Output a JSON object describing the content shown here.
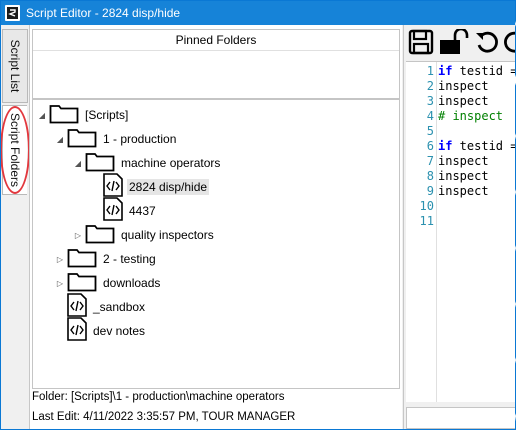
{
  "window": {
    "title": "Script Editor - 2824 disp/hide",
    "accent": "#1683d8"
  },
  "left_tabs": [
    {
      "label": "Script List",
      "active": false
    },
    {
      "label": "Script Folders",
      "active": true
    }
  ],
  "pinned": {
    "header": "Pinned Folders"
  },
  "tree": [
    {
      "label": "[Scripts]",
      "icon": "folder-icon",
      "arrow": "expanded"
    },
    {
      "label": "1 - production",
      "icon": "folder-icon",
      "arrow": "expanded"
    },
    {
      "label": "machine operators",
      "icon": "folder-icon",
      "arrow": "expanded"
    },
    {
      "label": "2824 disp/hide",
      "icon": "script-file-icon",
      "arrow": "none",
      "selected": true
    },
    {
      "label": "4437",
      "icon": "script-file-icon",
      "arrow": "none"
    },
    {
      "label": "quality inspectors",
      "icon": "folder-icon",
      "arrow": "collapsed"
    },
    {
      "label": "2 - testing",
      "icon": "folder-icon",
      "arrow": "collapsed"
    },
    {
      "label": "downloads",
      "icon": "folder-icon",
      "arrow": "collapsed"
    },
    {
      "label": "_sandbox",
      "icon": "script-file-icon",
      "arrow": "none"
    },
    {
      "label": "dev notes",
      "icon": "script-file-icon",
      "arrow": "none"
    }
  ],
  "status": {
    "folder": "Folder: [Scripts]\\1 - production\\machine operators",
    "last_edit": "Last Edit: 4/11/2022 3:35:57 PM, TOUR MANAGER"
  },
  "toolbar": {
    "icons": [
      "save-icon",
      "unlock-icon",
      "undo-icon",
      "redo-icon"
    ]
  },
  "editor": {
    "line_numbers": [
      "1",
      "2",
      "3",
      "4",
      "5",
      "6",
      "7",
      "8",
      "9",
      "10",
      "11"
    ],
    "lines": [
      {
        "kw": "if",
        "rest": " testid =",
        "comment": ""
      },
      {
        "kw": "",
        "rest": "   inspect",
        "comment": ""
      },
      {
        "kw": "",
        "rest": "   inspect",
        "comment": ""
      },
      {
        "kw": "",
        "rest": "",
        "comment": "#   inspect"
      },
      {
        "kw": "",
        "rest": "",
        "comment": ""
      },
      {
        "kw": "if",
        "rest": " testid =",
        "comment": ""
      },
      {
        "kw": "",
        "rest": "   inspect",
        "comment": ""
      },
      {
        "kw": "",
        "rest": "   inspect",
        "comment": ""
      },
      {
        "kw": "",
        "rest": "   inspect",
        "comment": ""
      },
      {
        "kw": "",
        "rest": "",
        "comment": ""
      },
      {
        "kw": "",
        "rest": "",
        "comment": ""
      }
    ]
  }
}
